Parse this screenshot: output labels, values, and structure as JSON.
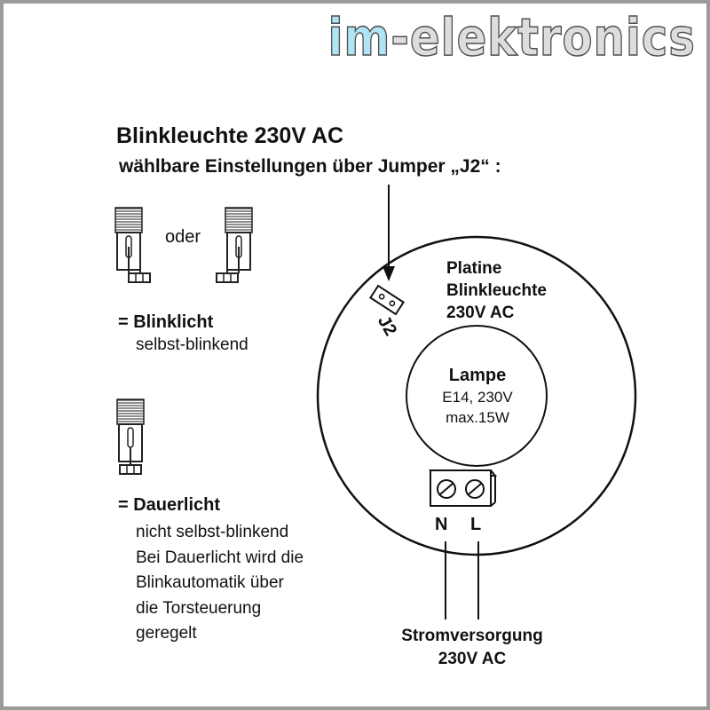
{
  "brand": {
    "part1": "im",
    "part2": "-elektronics"
  },
  "title": "Blinkleuchte 230V AC",
  "subtitle": "wählbare Einstellungen über Jumper „J2“ :",
  "or_label": "oder",
  "blink": {
    "heading": "= Blinklicht",
    "sub": "selbst-blinkend"
  },
  "dauer": {
    "heading": "= Dauerlicht",
    "lines": [
      "nicht selbst-blinkend",
      "Bei Dauerlicht wird die",
      "Blinkautomatik über",
      "die Torsteuerung",
      "geregelt"
    ]
  },
  "jumper_label": "J2",
  "platine": {
    "lines": [
      "Platine",
      "Blinkleuchte",
      "230V AC"
    ]
  },
  "lampe": {
    "heading": "Lampe",
    "line1": "E14, 230V",
    "line2": "max.15W"
  },
  "terminals": {
    "n": "N",
    "l": "L"
  },
  "power": {
    "line1": "Stromversorgung",
    "line2": "230V AC"
  }
}
